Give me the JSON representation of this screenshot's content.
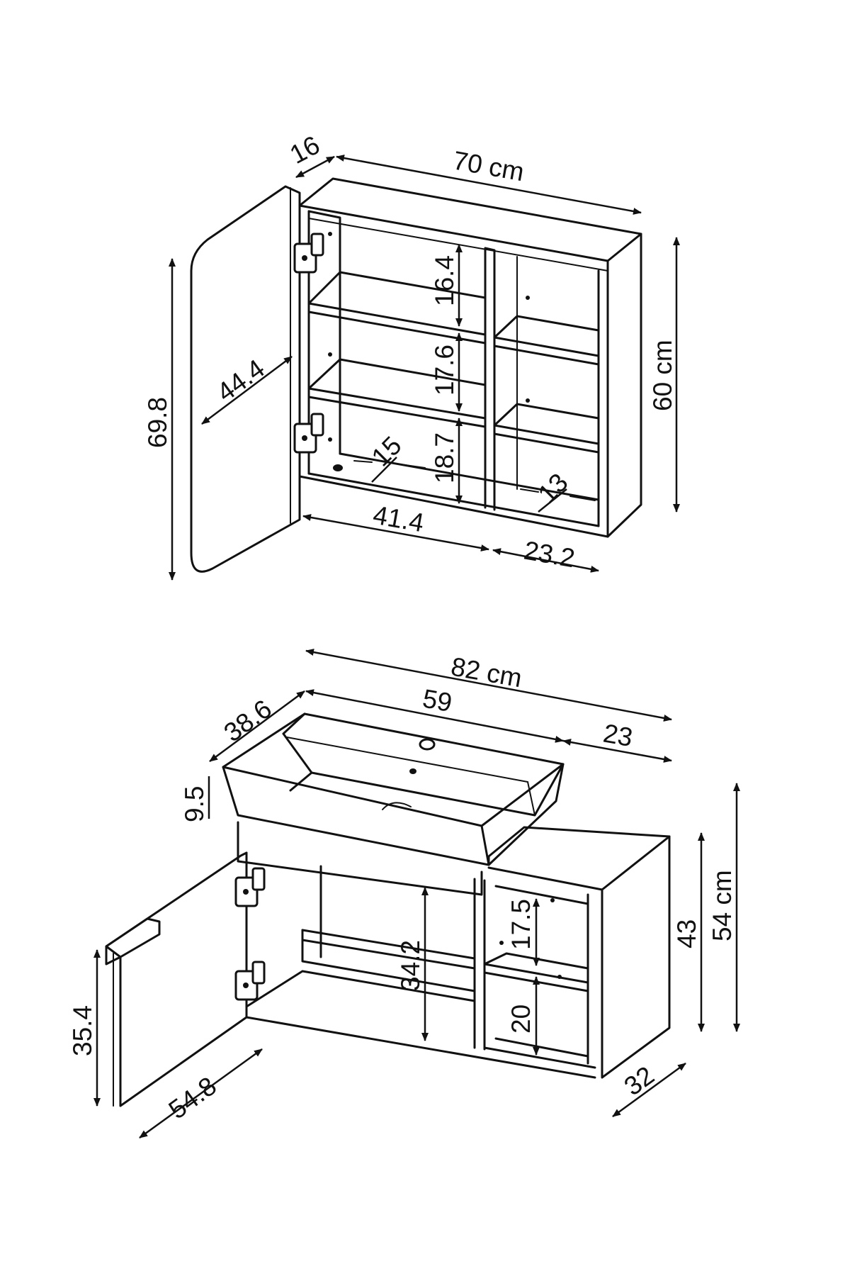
{
  "colors": {
    "line": "#111111",
    "background": "#ffffff"
  },
  "mirror_cabinet": {
    "width": "70 cm",
    "height": "60 cm",
    "depth": "16",
    "door_height": "69.8",
    "door_diagonal": "44.4",
    "left_inner_width": "41.4",
    "right_inner_width": "23.2",
    "shelf_gap_top": "16.4",
    "shelf_gap_middle": "17.6",
    "shelf_gap_bottom": "18.7",
    "left_shelf_depth": "15",
    "right_shelf_depth": "13"
  },
  "vanity_unit": {
    "total_width": "82 cm",
    "basin_width": "59",
    "side_width": "23",
    "depth": "38.6",
    "basin_height": "9.5",
    "total_height": "54 cm",
    "side_height": "43",
    "right_depth": "32",
    "door_height": "35.4",
    "door_diagonal": "54.8",
    "inner_height": "34.2",
    "shelf_gap_top": "17.5",
    "shelf_gap_bottom": "20"
  }
}
